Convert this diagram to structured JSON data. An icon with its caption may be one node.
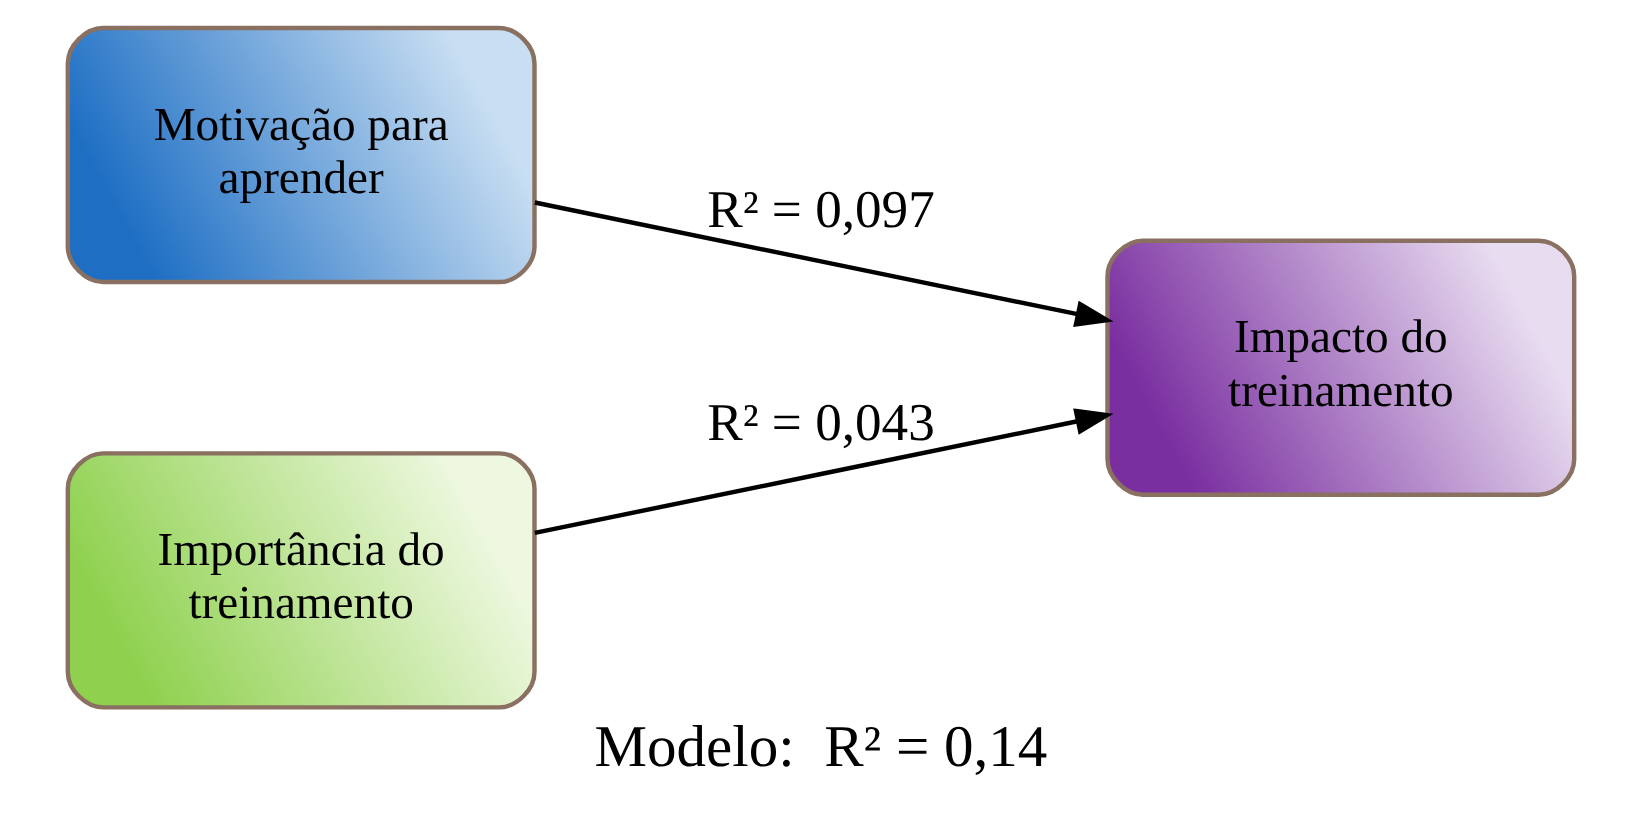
{
  "diagram": {
    "caption": "Modelo:  R² = 0,14",
    "nodes": [
      {
        "text": [
          "Motivação para aprender"
        ]
      },
      {
        "text": [
          "Importância do treinamento"
        ]
      },
      {
        "text": [
          "Impacto do treinamento"
        ]
      }
    ],
    "edges": [
      {
        "from": 0,
        "to": 2,
        "arrow": "to",
        "label": "R² = 0,097"
      },
      {
        "from": 1,
        "to": 2,
        "arrow": "to",
        "label": "R² = 0,043"
      }
    ]
  }
}
